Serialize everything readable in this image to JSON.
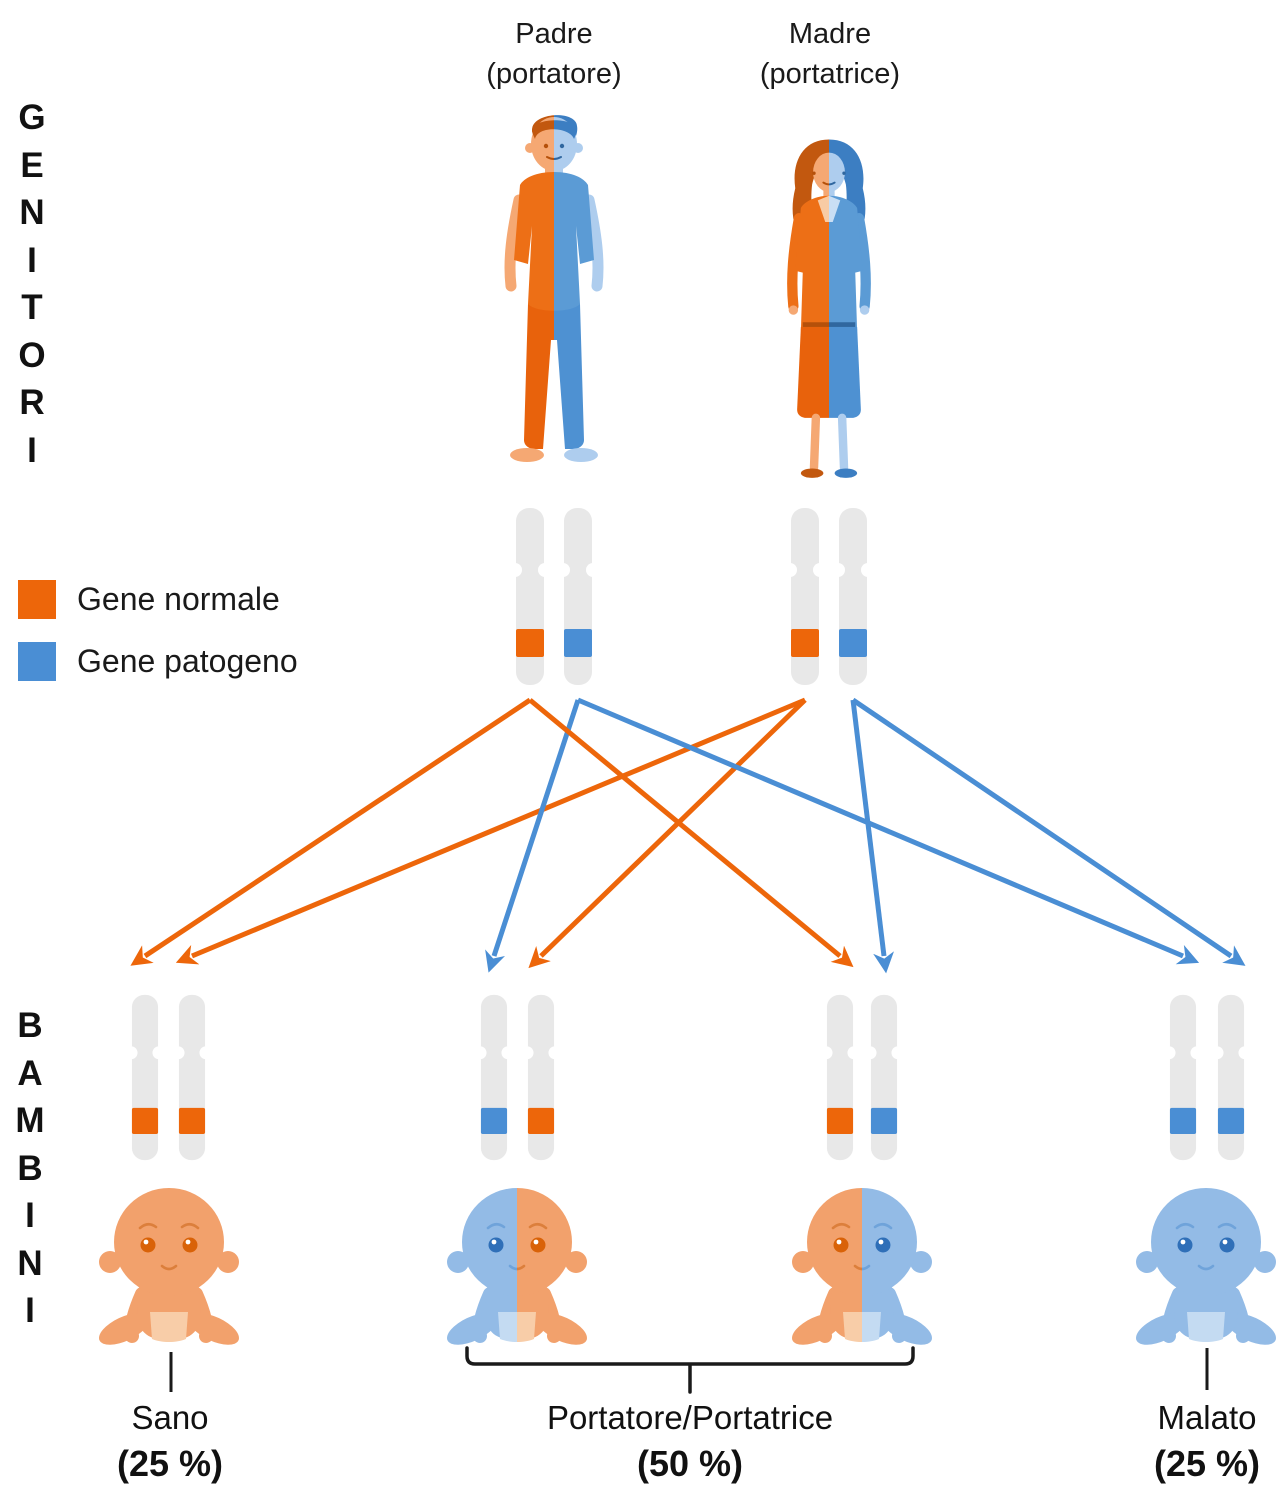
{
  "parents": {
    "father": {
      "line1": "Padre",
      "line2": "(portatore)"
    },
    "mother": {
      "line1": "Madre",
      "line2": "(portatrice)"
    }
  },
  "sections": {
    "parents_label": "GENITORI",
    "children_label": "BAMBINI"
  },
  "legend": [
    {
      "id": "normal",
      "label": "Gene normale",
      "color": "#ED660A"
    },
    {
      "id": "pathogenic",
      "label": "Gene patogeno",
      "color": "#4A8ED4"
    }
  ],
  "colors": {
    "chromosome_body": "#E8E8E8",
    "text": "#1A1A1A",
    "bracket": "#1A1A1A"
  },
  "genetics": {
    "father": {
      "genes": [
        "normal",
        "pathogenic"
      ]
    },
    "mother": {
      "genes": [
        "normal",
        "pathogenic"
      ]
    },
    "children": [
      {
        "genes": [
          "normal",
          "normal"
        ],
        "outcome": "Sano"
      },
      {
        "genes": [
          "pathogenic",
          "normal"
        ],
        "outcome": "Portatore/Portatrice"
      },
      {
        "genes": [
          "normal",
          "pathogenic"
        ],
        "outcome": "Portatore/Portatrice"
      },
      {
        "genes": [
          "pathogenic",
          "pathogenic"
        ],
        "outcome": "Malato"
      }
    ],
    "arrows": [
      {
        "from": "father.0",
        "to": "child0.0",
        "gene": "normal"
      },
      {
        "from": "mother.0",
        "to": "child0.1",
        "gene": "normal"
      },
      {
        "from": "father.1",
        "to": "child1.0",
        "gene": "pathogenic"
      },
      {
        "from": "mother.0",
        "to": "child1.1",
        "gene": "normal"
      },
      {
        "from": "father.0",
        "to": "child2.0",
        "gene": "normal"
      },
      {
        "from": "mother.1",
        "to": "child2.1",
        "gene": "pathogenic"
      },
      {
        "from": "father.1",
        "to": "child3.0",
        "gene": "pathogenic"
      },
      {
        "from": "mother.1",
        "to": "child3.1",
        "gene": "pathogenic"
      }
    ]
  },
  "outcomes": [
    {
      "label": "Sano",
      "pct": "(25 %)"
    },
    {
      "label": "Portatore/Portatrice",
      "pct": "(50 %)"
    },
    {
      "label": "Malato",
      "pct": "(25 %)"
    }
  ]
}
